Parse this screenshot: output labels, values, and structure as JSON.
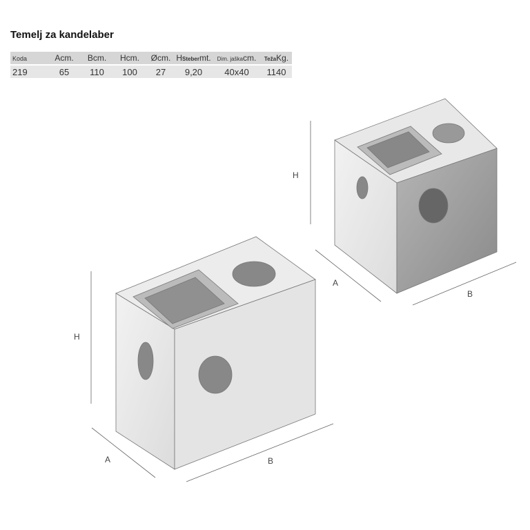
{
  "title": "Temelj za kandelaber",
  "table": {
    "headers": [
      {
        "main": "Koda",
        "sub": "",
        "unit": ""
      },
      {
        "main": "A",
        "sub": "",
        "unit": "cm."
      },
      {
        "main": "B",
        "sub": "",
        "unit": "cm."
      },
      {
        "main": "H",
        "sub": "",
        "unit": "cm."
      },
      {
        "main": "Ø",
        "sub": "",
        "unit": "cm."
      },
      {
        "main": "H",
        "sub": "Steber",
        "unit": "mt."
      },
      {
        "main": "",
        "sub": "Dim. jaška",
        "unit": "cm."
      },
      {
        "main": "",
        "sub": "Teža",
        "unit": "Kg."
      }
    ],
    "rows": [
      [
        "219",
        "65",
        "110",
        "100",
        "27",
        "9,20",
        "40x40",
        "1140"
      ]
    ]
  },
  "diagram": {
    "small": {
      "h": "H",
      "a": "A",
      "b": "B"
    },
    "large": {
      "h": "H",
      "a": "A",
      "b": "B"
    }
  }
}
